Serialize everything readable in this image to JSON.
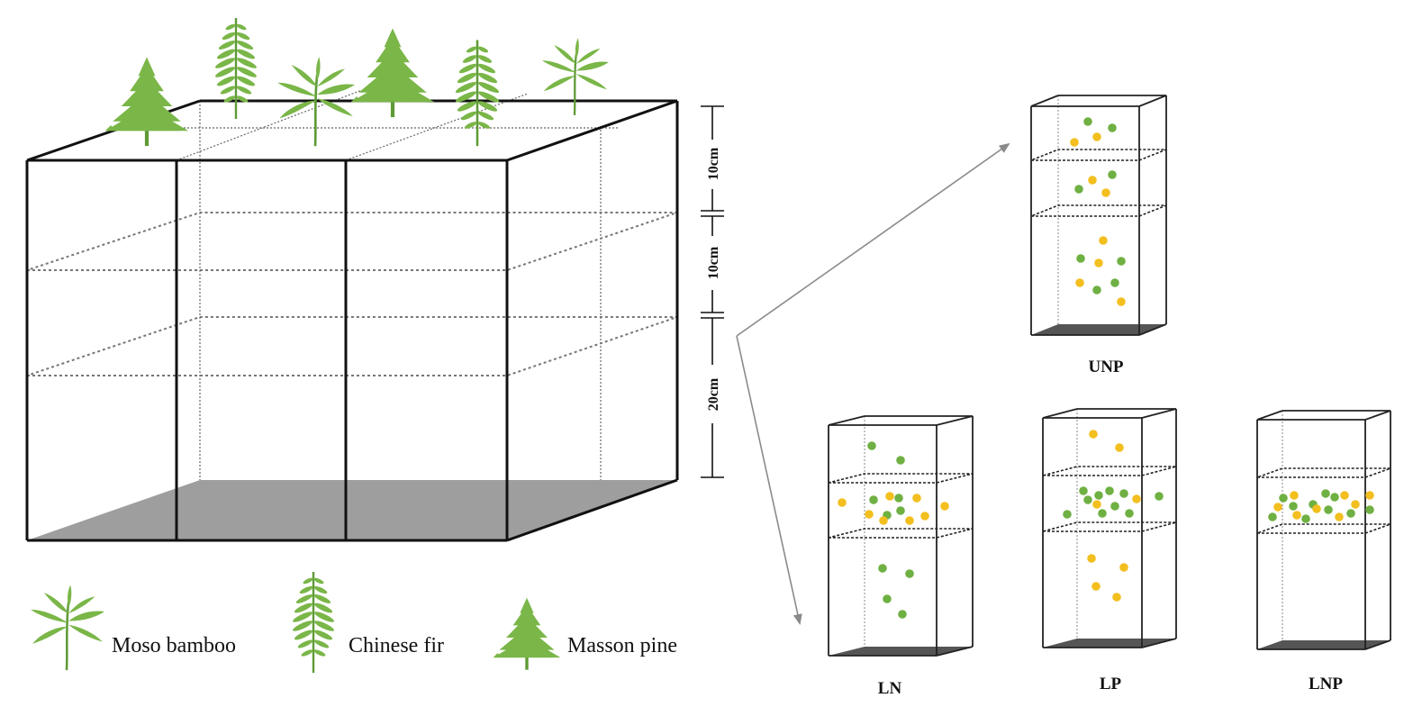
{
  "colors": {
    "leaf": "#7ab648",
    "leaf_dark": "#5e9a36",
    "nitrogen_dot": "#6fb043",
    "phosphorus_dot": "#f3bf1f",
    "floor": "#9e9e9e",
    "column_floor": "#555555",
    "arrow": "#8a8a8a"
  },
  "dimensions": {
    "top": "10cm",
    "middle": "10cm",
    "bottom": "20cm"
  },
  "legend": [
    {
      "icon": "moso-bamboo-icon",
      "label": "Moso bamboo"
    },
    {
      "icon": "chinese-fir-icon",
      "label": "Chinese fir"
    },
    {
      "icon": "masson-pine-icon",
      "label": "Masson pine"
    }
  ],
  "columns": {
    "unp": "UNP",
    "ln": "LN",
    "lp": "LP",
    "lnp": "LNP"
  }
}
